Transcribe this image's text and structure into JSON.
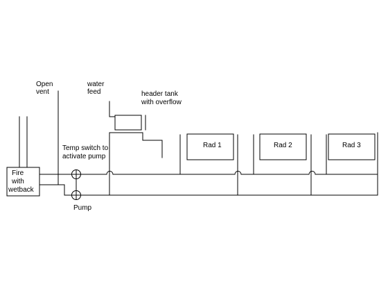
{
  "labels": {
    "open_vent": [
      "Open",
      "vent"
    ],
    "water_feed": [
      "water",
      "feed"
    ],
    "header_tank": [
      "header tank",
      "with overflow"
    ],
    "temp_switch": [
      "Temp switch to",
      "activate pump"
    ],
    "fire": [
      "Fire",
      "with",
      "wetback"
    ],
    "pump": "Pump"
  },
  "radiators": [
    {
      "label": "Rad 1"
    },
    {
      "label": "Rad 2"
    },
    {
      "label": "Rad 3"
    }
  ],
  "colors": {
    "line": "#000000",
    "background": "#ffffff"
  }
}
